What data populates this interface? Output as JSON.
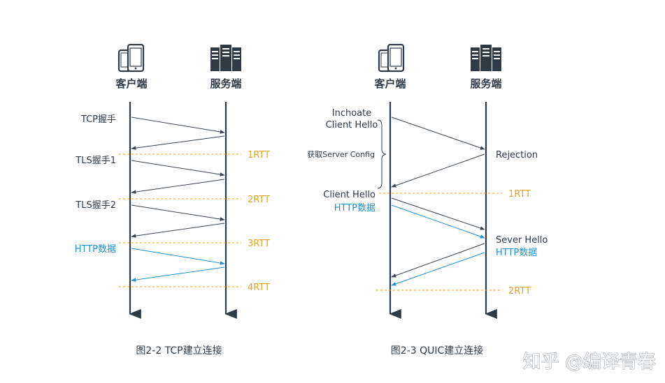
{
  "colors": {
    "line": "#2f3a45",
    "arrow": "#3a4551",
    "blue": "#1e90d6",
    "orange": "#e2a227",
    "text": "#2f3a45"
  },
  "left_diagram": {
    "client_label": "客户端",
    "server_label": "服务端",
    "client_icon": "mobile-devices-icon",
    "server_icon": "server-rack-icon",
    "steps": [
      "TCP握手",
      "TLS握手1",
      "TLS握手2",
      "HTTP数据"
    ],
    "rtt_labels": [
      "1RTT",
      "2RTT",
      "3RTT",
      "4RTT"
    ],
    "caption": "图2-2 TCP建立连接"
  },
  "right_diagram": {
    "client_label": "客户端",
    "server_label": "服务端",
    "client_icon": "mobile-devices-icon",
    "server_icon": "server-rack-icon",
    "inchoate_line1": "Inchoate",
    "inchoate_line2": "Client Hello",
    "brace_label": "获取Server Config",
    "rejection": "Rejection",
    "client_hello": "Client Hello",
    "http_client": "HTTP数据",
    "sever_hello": "Sever Hello",
    "http_server": "HTTP数据",
    "rtt_labels": [
      "1RTT",
      "2RTT"
    ],
    "caption": "图2-3 QUIC建立连接"
  },
  "watermark": "知乎 @编译青春"
}
